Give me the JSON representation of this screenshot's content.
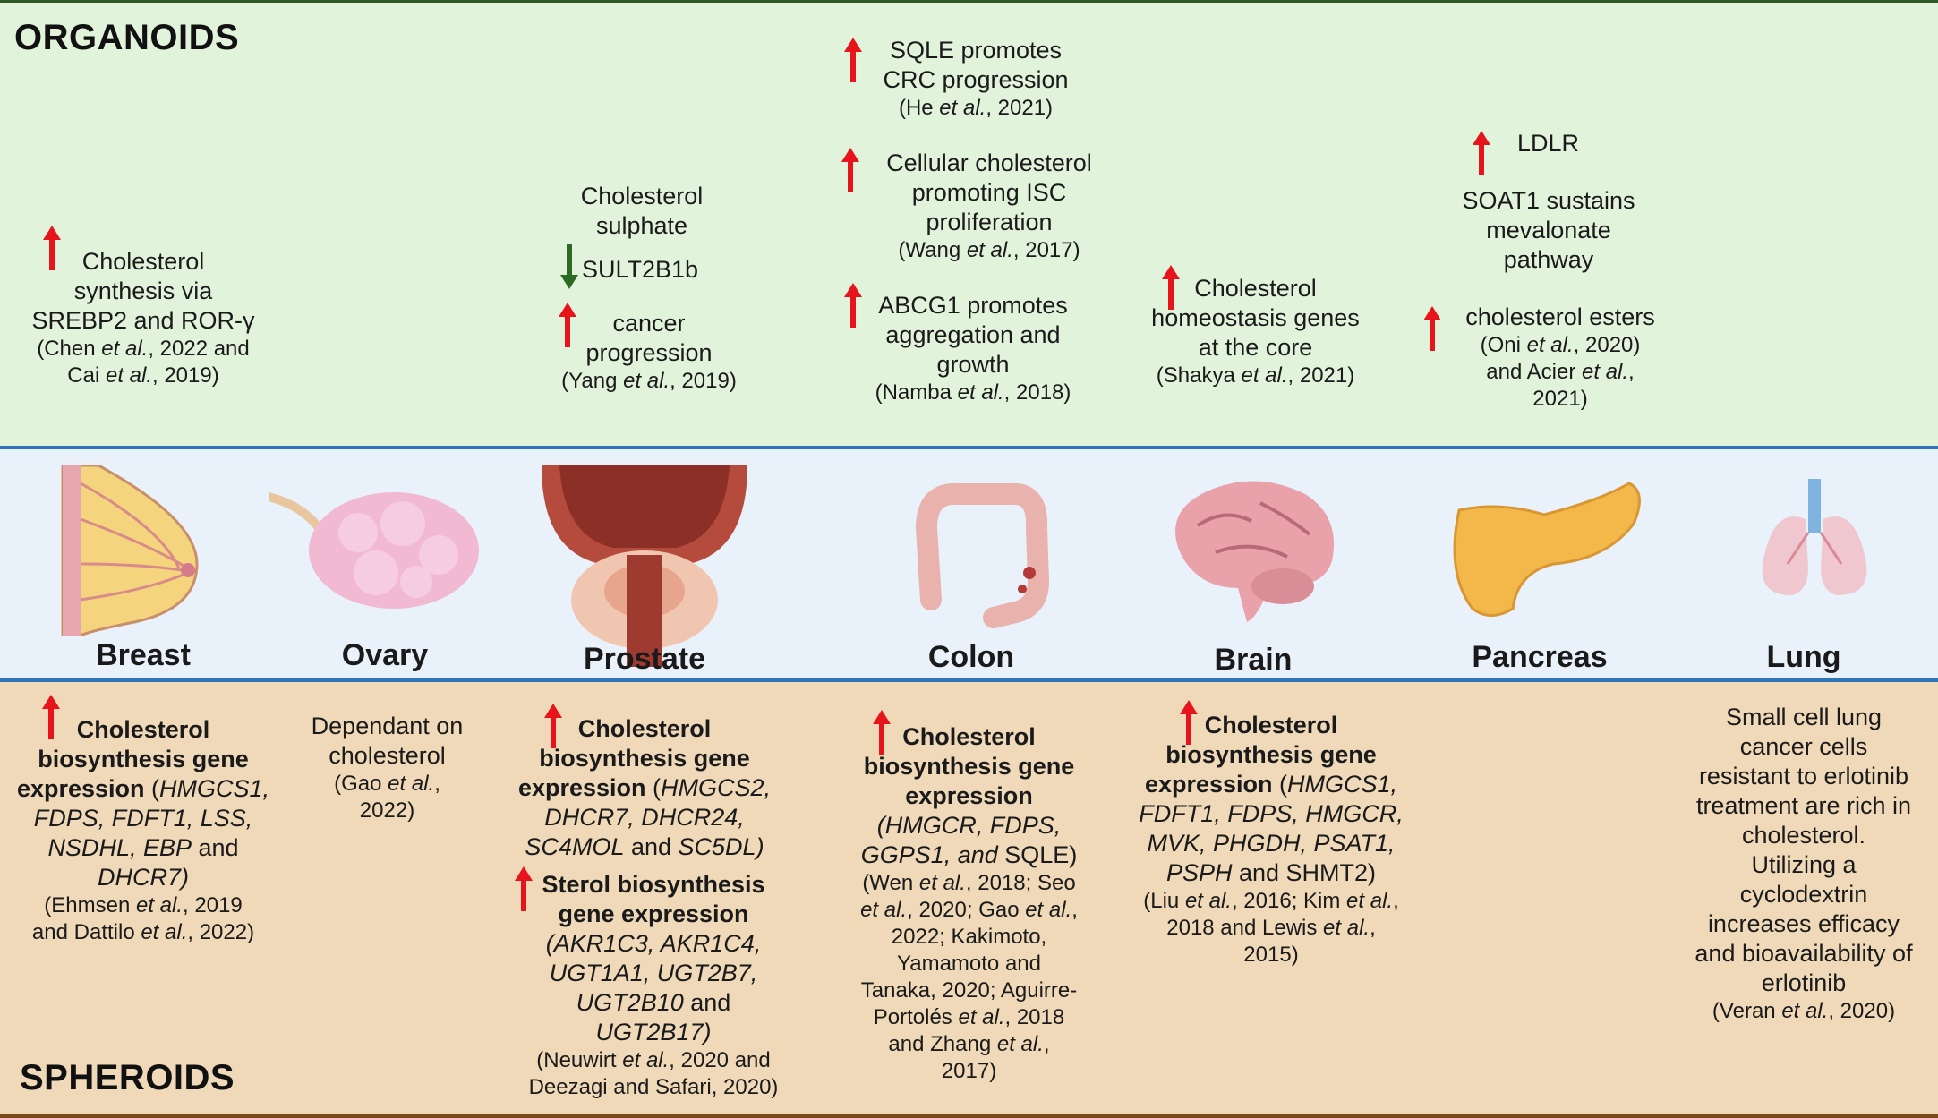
{
  "sections": {
    "organoids_title": "ORGANOIDS",
    "spheroids_title": "SPHEROIDS"
  },
  "colors": {
    "organoid_band": "#e2f3dc",
    "organ_band": "#e9f1fa",
    "spheroid_band": "#efd9b8",
    "up_arrow": "#e8141b",
    "down_arrow": "#2e6b22"
  },
  "icons": [
    "breast-icon",
    "ovary-icon",
    "prostate-icon",
    "colon-icon",
    "brain-icon",
    "pancreas-icon",
    "lung-icon",
    "up-arrow-icon",
    "down-arrow-icon"
  ],
  "organs": [
    "Breast",
    "Ovary",
    "Prostate",
    "Colon",
    "Brain",
    "Pancreas",
    "Lung"
  ],
  "organoids": {
    "breast": {
      "l1": "Cholesterol",
      "l2": "synthesis via",
      "l3": "SREBP2 and ROR-γ",
      "r1a": "(Chen ",
      "r1b": "et al.",
      "r1c": ", 2022 and",
      "r2a": "Cai ",
      "r2b": "et al.",
      "r2c": ", 2019)"
    },
    "prostate": {
      "l1": "Cholesterol",
      "l2": "sulphate",
      "l3": "SULT2B1b",
      "l4": "cancer",
      "l5": "progression",
      "ra": "(Yang ",
      "rb": "et al.",
      "rc": ", 2019)"
    },
    "colon": {
      "a1": "SQLE promotes",
      "a2": "CRC progression",
      "ar1": "(He ",
      "ar2": "et al.",
      "ar3": ", 2021)",
      "b1": "Cellular cholesterol",
      "b2": "promoting ISC",
      "b3": "proliferation",
      "br1": "(Wang ",
      "br2": "et al.",
      "br3": ", 2017)",
      "c1": "ABCG1 promotes",
      "c2": "aggregation and",
      "c3": "growth",
      "cr1": "(Namba ",
      "cr2": "et al.",
      "cr3": ", 2018)"
    },
    "brain": {
      "l1": "Cholesterol",
      "l2": "homeostasis genes",
      "l3": "at the core",
      "ra": "(Shakya ",
      "rb": "et al.",
      "rc": ", 2021)"
    },
    "pancreas": {
      "l1": "LDLR",
      "l2": "SOAT1 sustains",
      "l3": "mevalonate",
      "l4": "pathway",
      "l5": "cholesterol esters",
      "r1a": "(Oni ",
      "r1b": "et al.",
      "r1c": ", 2020)",
      "r2a": "and Acier ",
      "r2b": "et al.",
      "r2c": ",",
      "r3": "2021)"
    }
  },
  "spheroids": {
    "breast": {
      "h1": "Cholesterol",
      "h2": "biosynthesis gene",
      "h3": "expression",
      "g1": "HMGCS1,",
      "g2": "FDPS, FDFT1, LSS,",
      "g3": "NSDHL, EBP",
      "g3b": " and",
      "g4": "DHCR7)",
      "r1a": "(Ehmsen ",
      "r1b": "et al.",
      "r1c": ", 2019",
      "r2a": "and Dattilo ",
      "r2b": "et al.",
      "r2c": ", 2022)"
    },
    "ovary": {
      "l1": "Dependant on",
      "l2": "cholesterol",
      "r1a": "(Gao ",
      "r1b": "et al.",
      "r1c": ",",
      "r2": "2022)"
    },
    "prostate": {
      "h1": "Cholesterol",
      "h2": "biosynthesis gene",
      "h3": "expression",
      "g1": "HMGCS2,",
      "g2": "DHCR7, DHCR24,",
      "g3": "SC4MOL",
      "g3b": " and ",
      "g3c": "SC5DL)",
      "s1": "Sterol biosynthesis",
      "s2": "gene expression",
      "t1": "(AKR1C3, AKR1C4,",
      "t2": "UGT1A1, UGT2B7,",
      "t3": "UGT2B10",
      "t3b": " and",
      "t4": "UGT2B17)",
      "r1a": "(Neuwirt ",
      "r1b": "et al.",
      "r1c": ", 2020 and",
      "r2": "Deezagi and Safari, 2020)"
    },
    "colon": {
      "h1": "Cholesterol",
      "h2": "biosynthesis gene",
      "h3": "expression",
      "g1": "(HMGCR, FDPS,",
      "g2": "GGPS1, and",
      "g2b": " SQLE)",
      "r1a": "(Wen ",
      "r1b": "et al.",
      "r1c": ", 2018; Seo",
      "r2a": "et al.",
      "r2b": ", 2020; Gao ",
      "r2c": "et al.",
      "r2d": ",",
      "r3": "2022; Kakimoto,",
      "r4": "Yamamoto and",
      "r5": "Tanaka, 2020; Aguirre-",
      "r6a": "Portolés ",
      "r6b": "et al.",
      "r6c": ", 2018",
      "r7a": "and Zhang ",
      "r7b": "et al.",
      "r7c": ",",
      "r8": "2017)"
    },
    "brain": {
      "h1": "Cholesterol",
      "h2": "biosynthesis gene",
      "h3": "expression",
      "g1": "HMGCS1,",
      "g2": "FDFT1, FDPS, HMGCR,",
      "g3": "MVK, PHGDH, PSAT1,",
      "g4": "PSPH",
      "g4b": " and SHMT2)",
      "r1a": "(Liu ",
      "r1b": "et al.",
      "r1c": ", 2016; Kim ",
      "r1d": "et al.",
      "r1e": ",",
      "r2a": "2018 and Lewis ",
      "r2b": "et al.",
      "r2c": ",",
      "r3": "2015)"
    },
    "lung": {
      "l1": "Small cell lung",
      "l2": "cancer cells",
      "l3": "resistant to erlotinib",
      "l4": "treatment are rich in",
      "l5": "cholesterol.",
      "l6": "Utilizing a",
      "l7": "cyclodextrin",
      "l8": "increases efficacy",
      "l9": "and bioavailability of",
      "l10": "erlotinib",
      "ra": "(Veran ",
      "rb": "et al.",
      "rc": ", 2020)"
    }
  }
}
